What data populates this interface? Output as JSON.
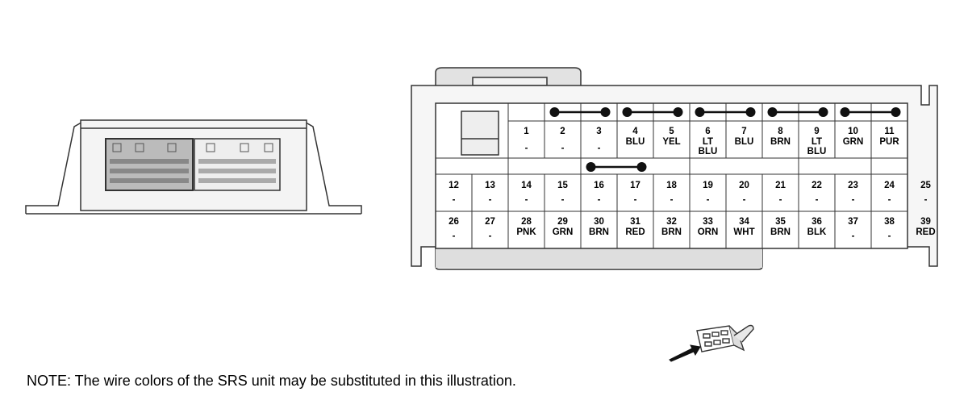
{
  "note": "NOTE: The wire colors of the SRS unit may be substituted in this illustration.",
  "pins": [
    {
      "num": "1",
      "color": "-"
    },
    {
      "num": "2",
      "color": "-"
    },
    {
      "num": "3",
      "color": "-"
    },
    {
      "num": "4",
      "color": "BLU"
    },
    {
      "num": "5",
      "color": "YEL"
    },
    {
      "num": "6",
      "color": "LT BLU"
    },
    {
      "num": "7",
      "color": "BLU"
    },
    {
      "num": "8",
      "color": "BRN"
    },
    {
      "num": "9",
      "color": "LT BLU"
    },
    {
      "num": "10",
      "color": "GRN"
    },
    {
      "num": "11",
      "color": "PUR"
    },
    {
      "num": "12",
      "color": "-"
    },
    {
      "num": "13",
      "color": "-"
    },
    {
      "num": "14",
      "color": "-"
    },
    {
      "num": "15",
      "color": "-"
    },
    {
      "num": "16",
      "color": "-"
    },
    {
      "num": "17",
      "color": "-"
    },
    {
      "num": "18",
      "color": "-"
    },
    {
      "num": "19",
      "color": "-"
    },
    {
      "num": "20",
      "color": "-"
    },
    {
      "num": "21",
      "color": "-"
    },
    {
      "num": "22",
      "color": "-"
    },
    {
      "num": "23",
      "color": "-"
    },
    {
      "num": "24",
      "color": "-"
    },
    {
      "num": "25",
      "color": "-"
    },
    {
      "num": "26",
      "color": "-"
    },
    {
      "num": "27",
      "color": "-"
    },
    {
      "num": "28",
      "color": "PNK"
    },
    {
      "num": "29",
      "color": "GRN"
    },
    {
      "num": "30",
      "color": "BRN"
    },
    {
      "num": "31",
      "color": "RED"
    },
    {
      "num": "32",
      "color": "BRN"
    },
    {
      "num": "33",
      "color": "ORN"
    },
    {
      "num": "34",
      "color": "WHT"
    },
    {
      "num": "35",
      "color": "BRN"
    },
    {
      "num": "36",
      "color": "BLK"
    },
    {
      "num": "37",
      "color": "-"
    },
    {
      "num": "38",
      "color": "-"
    },
    {
      "num": "39",
      "color": "RED"
    }
  ],
  "shorting_bars": [
    [
      "2",
      "3"
    ],
    [
      "4",
      "5"
    ],
    [
      "6",
      "7"
    ],
    [
      "8",
      "9"
    ],
    [
      "10",
      "11"
    ],
    [
      "16",
      "17"
    ]
  ],
  "colors": {
    "line": "#333333",
    "fill_light": "#f0f0f0",
    "fill_mid": "#dddddd",
    "fill_dark": "#bbbbbb"
  }
}
